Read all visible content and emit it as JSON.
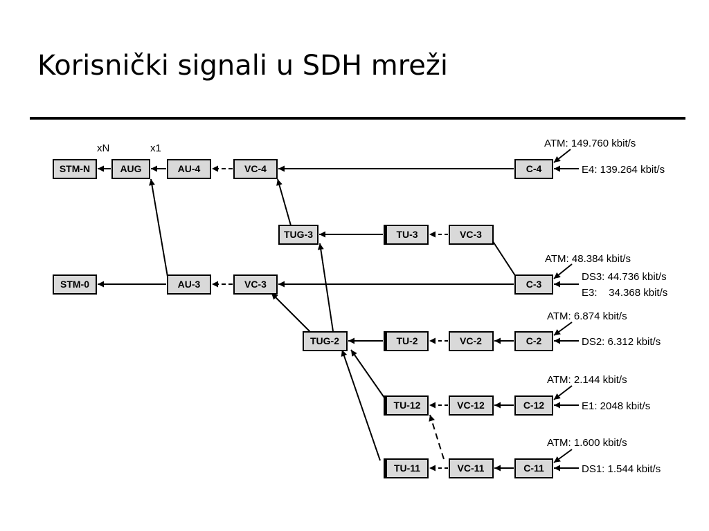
{
  "slide": {
    "title": "Korisnički signali u SDH mreži"
  },
  "diagram": {
    "boxes": {
      "stm_n": "STM-N",
      "aug": "AUG",
      "au4": "AU-4",
      "vc4": "VC-4",
      "c4": "C-4",
      "tug3": "TUG-3",
      "tu3": "TU-3",
      "vc3_upper": "VC-3",
      "stm_0": "STM-0",
      "au3": "AU-3",
      "vc3_lower": "VC-3",
      "c3": "C-3",
      "tug2": "TUG-2",
      "tu2": "TU-2",
      "vc2": "VC-2",
      "c2": "C-2",
      "tu12": "TU-12",
      "vc12": "VC-12",
      "c12": "C-12",
      "tu11": "TU-11",
      "vc11": "VC-11",
      "c11": "C-11"
    },
    "multipliers": {
      "xn": "xN",
      "x1": "x1"
    },
    "annotations": {
      "c4_atm": "ATM: 149.760 kbit/s",
      "c4_e4": "E4: 139.264 kbit/s",
      "c3_atm": "ATM: 48.384 kbit/s",
      "c3_ds3": "DS3: 44.736 kbit/s",
      "c3_e3": "E3:    34.368 kbit/s",
      "c2_atm": "ATM: 6.874 kbit/s",
      "c2_ds2": "DS2: 6.312 kbit/s",
      "c12_atm": "ATM: 2.144 kbit/s",
      "c12_e1": "E1: 2048 kbit/s",
      "c11_atm": "ATM: 1.600 kbit/s",
      "c11_ds1": "DS1: 1.544 kbit/s"
    },
    "colors": {
      "box_fill": "#d9d9d9",
      "stroke": "#000000"
    }
  }
}
